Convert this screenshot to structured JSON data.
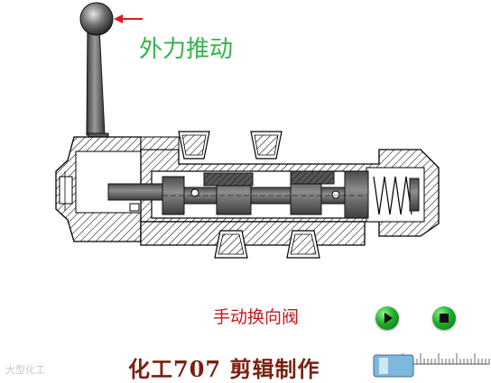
{
  "labels": {
    "push_label": "外力推动",
    "valve_name": "手动换向阀",
    "credit": "化工707 剪辑制作",
    "watermark": "大型化工"
  },
  "controls": {
    "play": "play-icon",
    "stop": "stop-icon"
  },
  "colors": {
    "push_label": "#34b34a",
    "valve_name": "#c21a1a",
    "credit": "#7a1f0e",
    "arrow": "#e01b1b",
    "spool": "#5a5a5a",
    "hatch": "#000000",
    "button": "#1fae2a"
  }
}
